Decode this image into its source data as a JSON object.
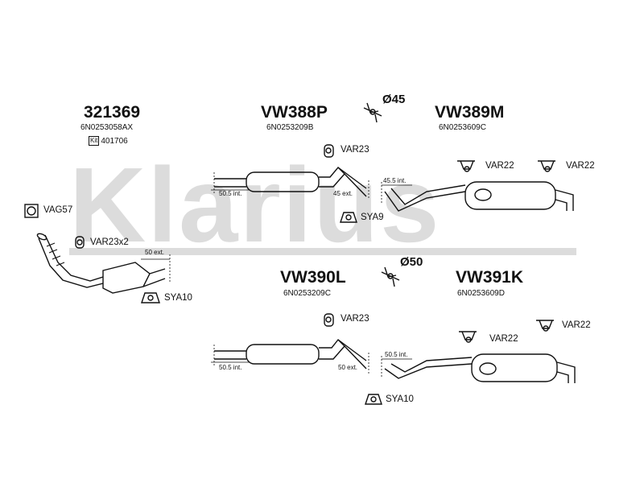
{
  "watermark": "Klarius",
  "parts": {
    "p321369": {
      "code": "321369",
      "oe": "6N0253058AX",
      "kit_badge": "Kit",
      "kit_no": "401706"
    },
    "vw388p": {
      "code": "VW388P",
      "oe": "6N0253209B"
    },
    "vw389m": {
      "code": "VW389M",
      "oe": "6N0253609C"
    },
    "vw390l": {
      "code": "VW390L",
      "oe": "6N0253209C"
    },
    "vw391k": {
      "code": "VW391K",
      "oe": "6N0253609D"
    }
  },
  "diameters": {
    "top": "Ø45",
    "bottom": "Ø50"
  },
  "fittings": {
    "vag57": "VAG57",
    "var23x2": "VAR23x2",
    "sya10_left": "SYA10",
    "var23_top": "VAR23",
    "sya9": "SYA9",
    "var22_top_a": "VAR22",
    "var22_top_b": "VAR22",
    "var23_bottom": "VAR23",
    "sya10_bottom": "SYA10",
    "var22_bottom_a": "VAR22",
    "var22_bottom_b": "VAR22"
  },
  "dimensions": {
    "ext50": "50 ext.",
    "top_505": "50.5 int.",
    "top_45ext": "45 ext.",
    "top_455": "45.5 int.",
    "bot_505_left": "50.5 int.",
    "bot_50ext": "50 ext.",
    "bot_505_right": "50.5 int."
  }
}
